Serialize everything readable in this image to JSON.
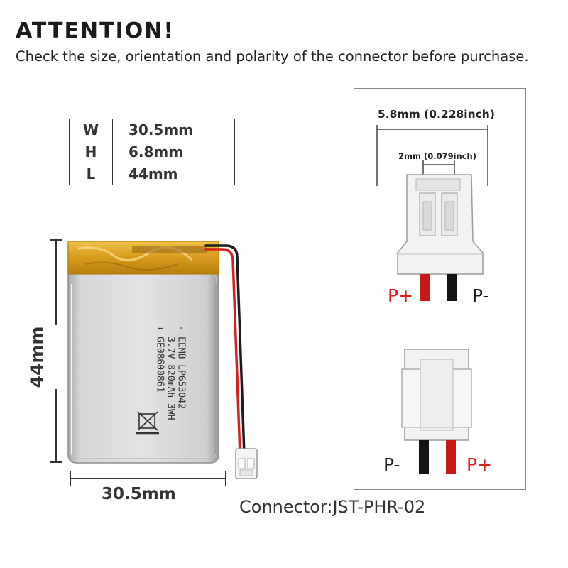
{
  "header": {
    "title": "ATTENTION!",
    "subtitle": "Check the size, orientation and polarity of the connector before purchase."
  },
  "spec_table": [
    {
      "key": "W",
      "value": "30.5mm"
    },
    {
      "key": "H",
      "value": "6.8mm"
    },
    {
      "key": "L",
      "value": "44mm"
    }
  ],
  "battery": {
    "length_label": "44mm",
    "width_label": "30.5mm",
    "print_line1": "- EEMB LP653042",
    "print_line2": "  3.7V 820mAh 3WH",
    "print_line3": "+ GE08600861"
  },
  "connector_panel": {
    "pitch_total": "5.8mm (0.228inch)",
    "pitch_pin": "2mm (0.079inch)",
    "top_left_polarity": "P+",
    "top_right_polarity": "P-",
    "bottom_left_polarity": "P-",
    "bottom_right_polarity": "P+"
  },
  "connector_label": "Connector:JST-PHR-02",
  "colors": {
    "positive": "#e01b1b",
    "negative": "#1a1a1a",
    "cell_body": "#c9c9c9",
    "tape": "#d9a020",
    "connector_housing": "#f3f3f1"
  }
}
